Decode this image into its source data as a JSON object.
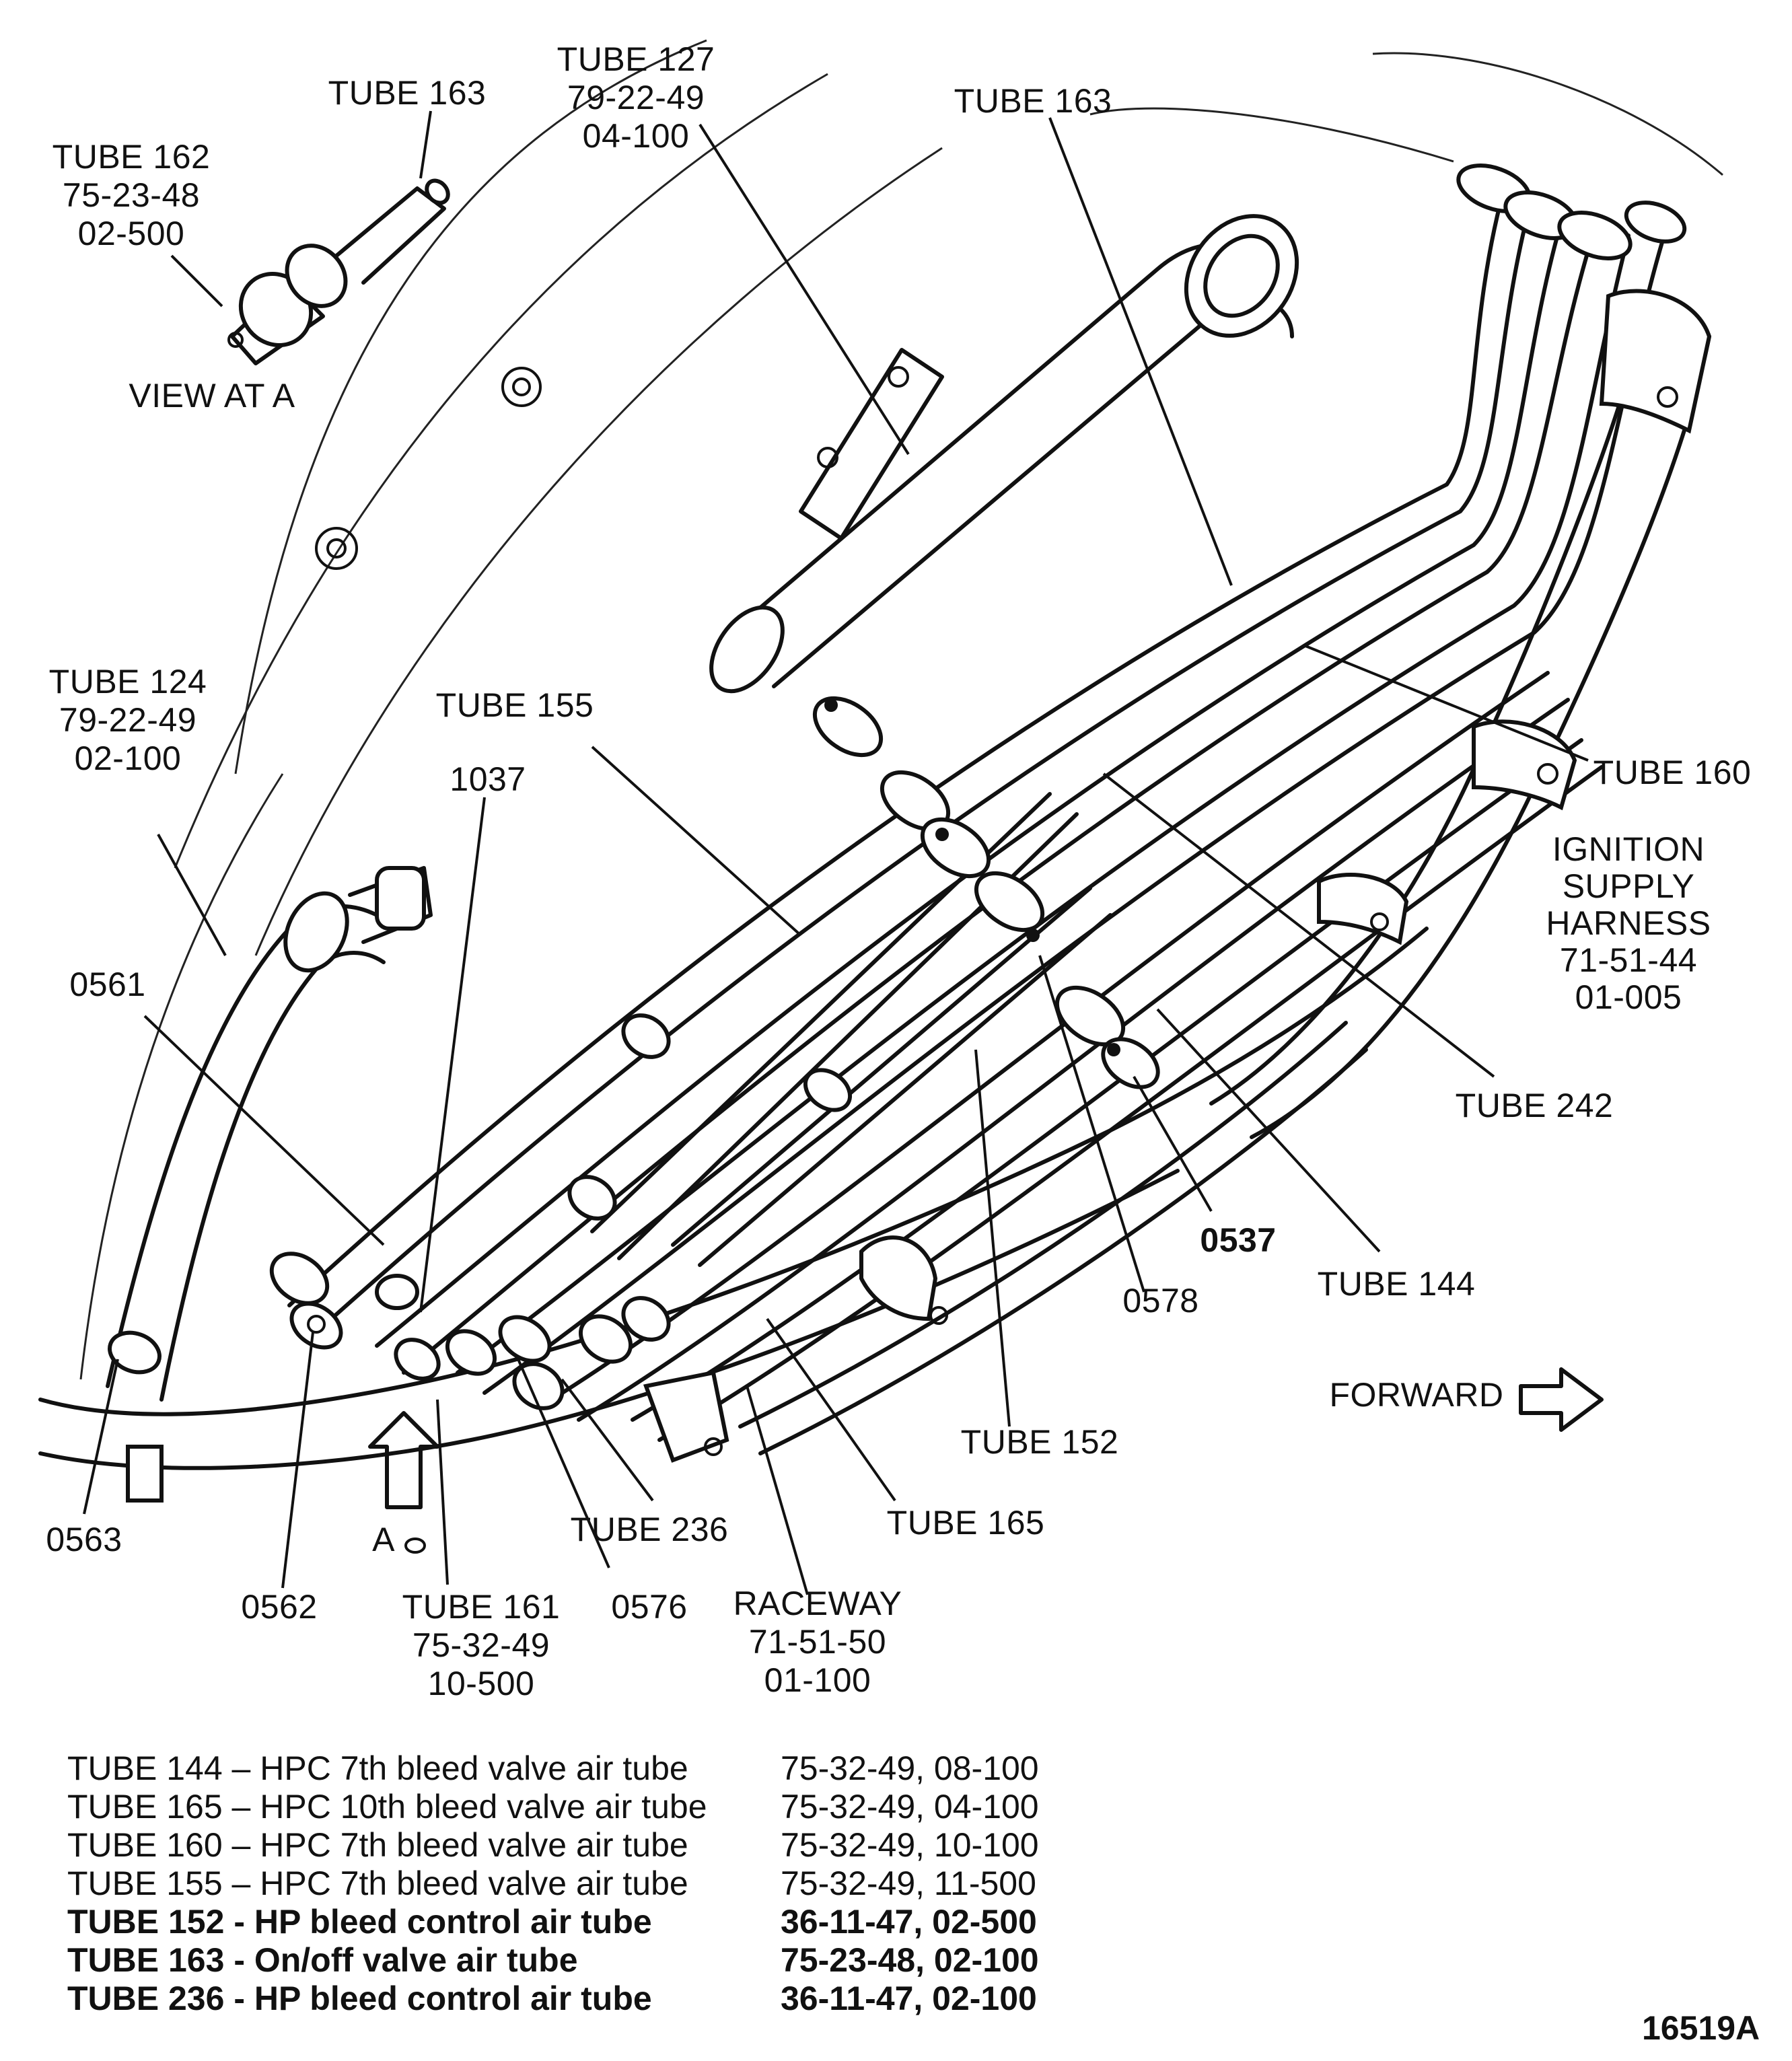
{
  "callouts": {
    "tube162": [
      "TUBE 162",
      "75-23-48",
      "02-500"
    ],
    "tube163_view": "TUBE 163",
    "view_at_a": "VIEW AT A",
    "tube127": [
      "TUBE 127",
      "79-22-49",
      "04-100"
    ],
    "tube163_top": "TUBE 163",
    "tube124": [
      "TUBE 124",
      "79-22-49",
      "02-100"
    ],
    "tube155": "TUBE 155",
    "c1037": "1037",
    "c0561": "0561",
    "tube160": "TUBE 160",
    "ignition": [
      "IGNITION",
      "SUPPLY",
      "HARNESS",
      "71-51-44",
      "01-005"
    ],
    "tube242": "TUBE 242",
    "c0537": "0537",
    "c0578": "0578",
    "tube144": "TUBE 144",
    "forward": "FORWARD",
    "tube152": "TUBE 152",
    "tube165": "TUBE 165",
    "c0563": "0563",
    "view_a_marker": "A",
    "c0562": "0562",
    "tube161": [
      "TUBE 161",
      "75-32-49",
      "10-500"
    ],
    "c0576": "0576",
    "tube236": "TUBE 236",
    "raceway": [
      "RACEWAY",
      "71-51-50",
      "01-100"
    ]
  },
  "legend": [
    {
      "text": "TUBE 144 – HPC 7th bleed valve air tube",
      "ref": "75-32-49, 08-100",
      "bold": false
    },
    {
      "text": "TUBE 165 – HPC 10th bleed valve air tube",
      "ref": "75-32-49, 04-100",
      "bold": false
    },
    {
      "text": "TUBE 160 – HPC 7th bleed valve air tube",
      "ref": "75-32-49, 10-100",
      "bold": false
    },
    {
      "text": "TUBE 155 – HPC  7th bleed valve air tube",
      "ref": "75-32-49, 11-500",
      "bold": false
    },
    {
      "text": "TUBE 152 - HP bleed control air tube",
      "ref": "36-11-47, 02-500",
      "bold": true
    },
    {
      "text": "TUBE 163 - On/off valve air tube",
      "ref": "75-23-48, 02-100",
      "bold": true
    },
    {
      "text": "TUBE 236 - HP bleed control air tube",
      "ref": "36-11-47, 02-100",
      "bold": true
    }
  ],
  "figure_number": "16519A"
}
